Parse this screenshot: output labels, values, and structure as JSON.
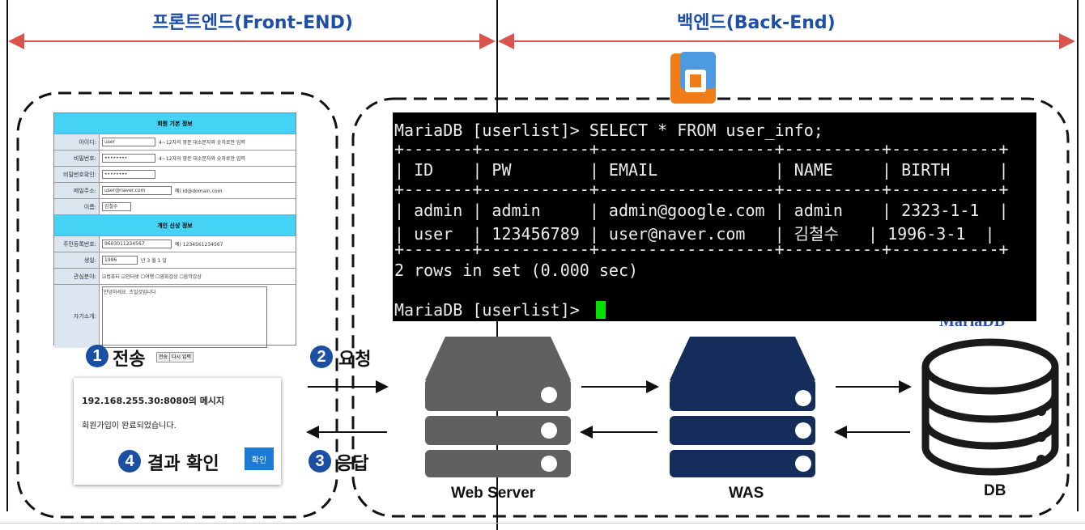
{
  "header": {
    "frontend_title": "프론트엔드(Front-END)",
    "backend_title": "백엔드(Back-End)"
  },
  "colors": {
    "accent_blue": "#1f4ea8",
    "arrow_red": "#d9534f",
    "form_header": "#44d3f5",
    "server_gray": "#606060",
    "server_navy": "#152d5a",
    "terminal_bg": "#000000",
    "cursor_green": "#00e000"
  },
  "form": {
    "section1_title": "회원 기본 정보",
    "section2_title": "개인 신상 정보",
    "rows1": [
      {
        "label": "아이디:",
        "value": "user",
        "hint": "4~12자의 영문 대소문자와 숫자로만 입력"
      },
      {
        "label": "비밀번호:",
        "value": "••••••••",
        "hint": "4~12자의 영문 대소문자와 숫자로만 입력"
      },
      {
        "label": "비밀번호확인:",
        "value": "••••••••",
        "hint": ""
      },
      {
        "label": "메일주소:",
        "value": "user@naver.com",
        "hint": "예) id@domain.com"
      },
      {
        "label": "이름:",
        "value": "김철수",
        "hint": ""
      }
    ],
    "rows2": [
      {
        "label": "주민등록번호:",
        "value": "9603011234567",
        "hint": "예) 1234561234567"
      },
      {
        "label": "생일:",
        "value": "1996",
        "hint": "년 3 월 1 일"
      },
      {
        "label": "관심분야:",
        "value": "☑컴퓨터 ☑인터넷 ☐여행 ☐영화감상 ☐음악감상",
        "hint": ""
      },
      {
        "label": "자기소개:",
        "value": "안녕하세요. 조일것입니다",
        "hint": ""
      }
    ],
    "submit_label": "전송",
    "reset_label": "다시 입력"
  },
  "dialog": {
    "title": "192.168.255.30:8080의 메시지",
    "message": "회원가입이 완료되었습니다.",
    "ok_label": "확인"
  },
  "steps": [
    {
      "num": "1",
      "label": "전송"
    },
    {
      "num": "2",
      "label": "요청"
    },
    {
      "num": "3",
      "label": "응답"
    },
    {
      "num": "4",
      "label": "결과 확인"
    }
  ],
  "terminal": {
    "prompt_query": "MariaDB [userlist]> SELECT * FROM user_info;",
    "border": "+-------+-----------+------------------+----------+-----------+",
    "header_row": "| ID    | PW        | EMAIL            | NAME     | BIRTH     |",
    "row1": "| admin | admin     | admin@google.com | admin    | 2323-1-1  |",
    "row2": "| user  | 123456789 | user@naver.com   | 김철수   | 1996-3-1  |",
    "summary": "2 rows in set (0.000 sec)",
    "prompt_end": "MariaDB [userlist]> "
  },
  "servers": {
    "web_label": "Web Server",
    "was_label": "WAS",
    "db_label": "DB"
  },
  "db_logo_text": "MariaDB"
}
